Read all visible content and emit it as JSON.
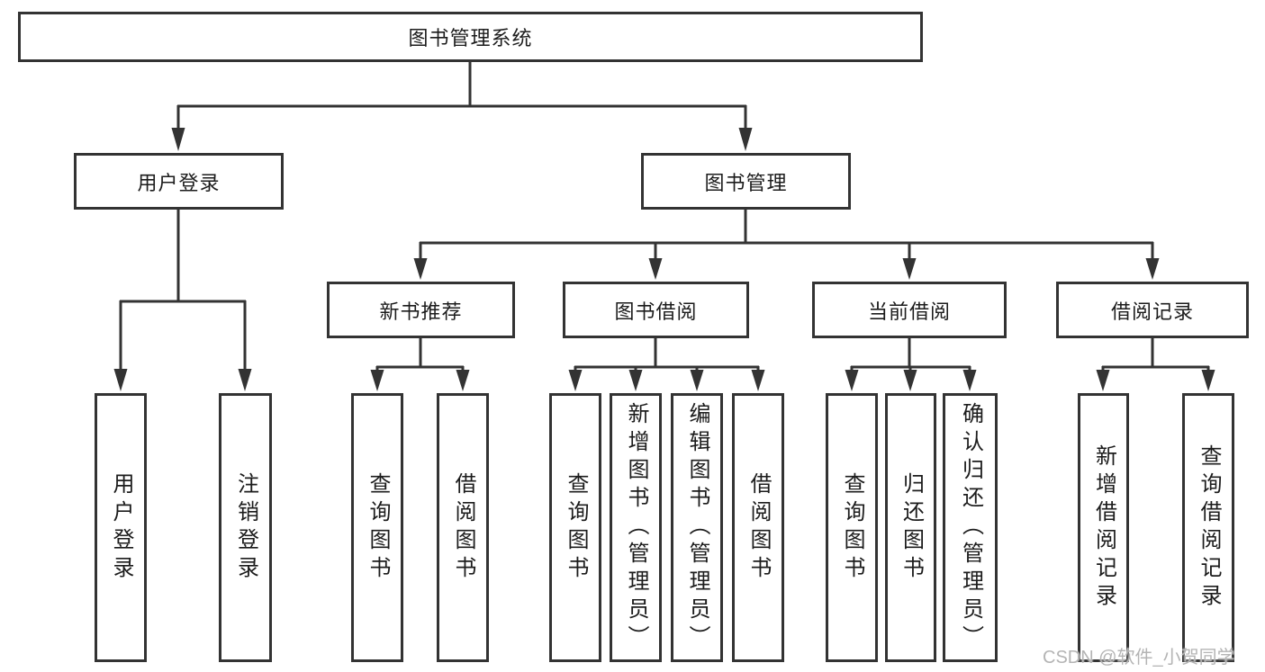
{
  "diagram": {
    "root": {
      "label": "图书管理系统"
    },
    "level2": [
      {
        "label": "用户登录"
      },
      {
        "label": "图书管理"
      }
    ],
    "level3": [
      {
        "label": "新书推荐",
        "parent": "图书管理"
      },
      {
        "label": "图书借阅",
        "parent": "图书管理"
      },
      {
        "label": "当前借阅",
        "parent": "图书管理"
      },
      {
        "label": "借阅记录",
        "parent": "图书管理"
      }
    ],
    "leaves": [
      {
        "label": "用户登录",
        "parent": "用户登录"
      },
      {
        "label": "注销登录",
        "parent": "用户登录"
      },
      {
        "label": "查询图书",
        "parent": "新书推荐"
      },
      {
        "label": "借阅图书",
        "parent": "新书推荐"
      },
      {
        "label": "查询图书",
        "parent": "图书借阅"
      },
      {
        "label": "新增图书（管理员）",
        "parent": "图书借阅"
      },
      {
        "label": "编辑图书（管理员）",
        "parent": "图书借阅"
      },
      {
        "label": "借阅图书",
        "parent": "图书借阅"
      },
      {
        "label": "查询图书",
        "parent": "当前借阅"
      },
      {
        "label": "归还图书",
        "parent": "当前借阅"
      },
      {
        "label": "确认归还（管理员）",
        "parent": "当前借阅"
      },
      {
        "label": "新增借阅记录",
        "parent": "借阅记录"
      },
      {
        "label": "查询借阅记录",
        "parent": "借阅记录"
      }
    ]
  },
  "watermark": {
    "text": "CSDN @软件_小贺同学"
  },
  "colors": {
    "line": "#333333",
    "box_border": "#333333",
    "text": "#1c1c1c",
    "background": "#ffffff",
    "watermark": "#b4b4b4"
  }
}
